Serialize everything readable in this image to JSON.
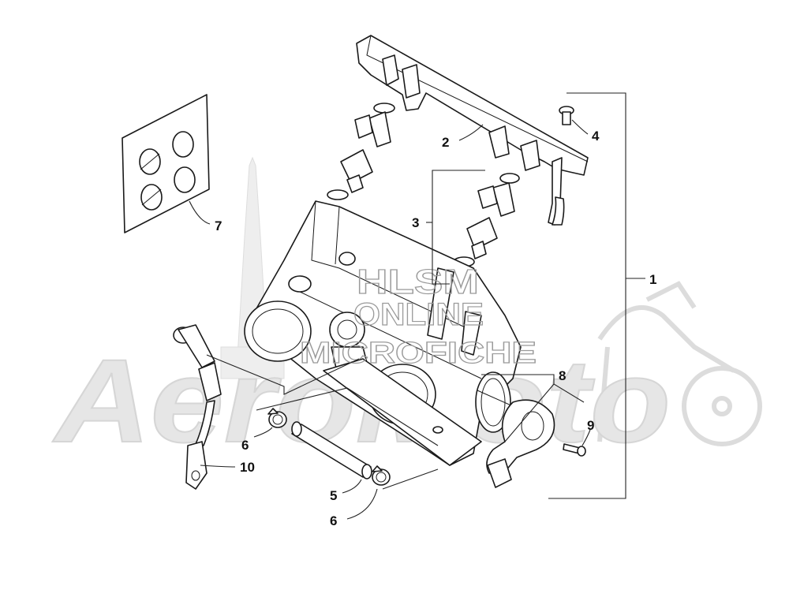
{
  "watermark": {
    "line1": "HLSM",
    "line2": "ONLINE",
    "line3": "MICROFICHE",
    "brand": "AeroMoto",
    "brand_color": "#e6e6e6"
  },
  "callouts": [
    {
      "id": "1",
      "label": "1"
    },
    {
      "id": "2",
      "label": "2"
    },
    {
      "id": "3",
      "label": "3"
    },
    {
      "id": "4",
      "label": "4"
    },
    {
      "id": "5",
      "label": "5"
    },
    {
      "id": "6a",
      "label": "6"
    },
    {
      "id": "6b",
      "label": "6"
    },
    {
      "id": "7",
      "label": "7"
    },
    {
      "id": "8",
      "label": "8"
    },
    {
      "id": "9",
      "label": "9"
    },
    {
      "id": "10",
      "label": "10"
    }
  ],
  "icons": [
    "motorcycle-watermark-icon",
    "tower-watermark-icon"
  ]
}
